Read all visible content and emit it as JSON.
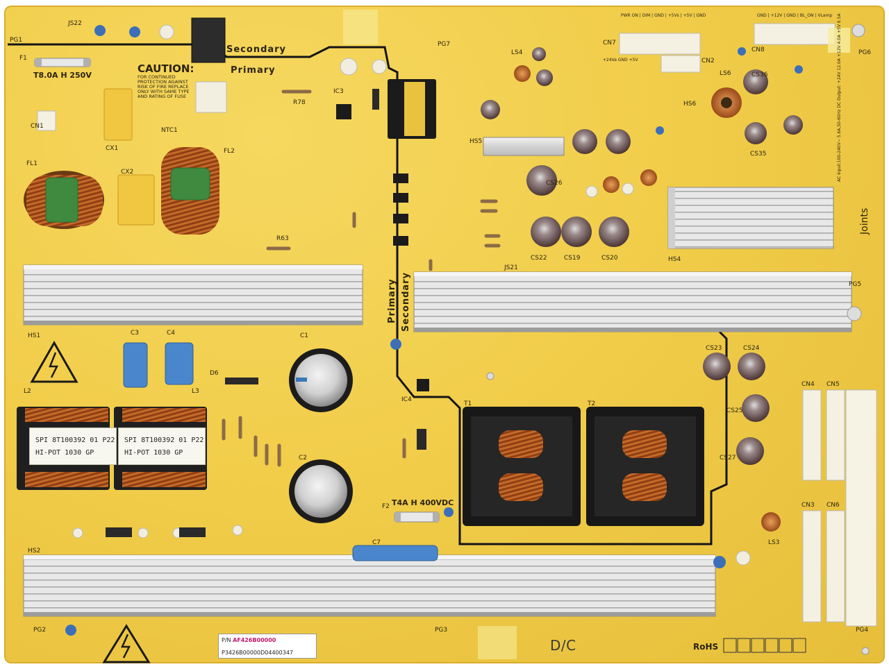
{
  "board": {
    "caution_title": "CAUTION:",
    "caution_text": "FOR CONTINUED PROTECTION AGAINST RISK OF FIRE REPLACE ONLY WITH SAME TYPE AND RATING OF FUSE",
    "secondary_label": "Secondary",
    "primary_label": "Primary",
    "vertical_primary": "Primary",
    "vertical_secondary": "Secondary",
    "fuse_f1_rating": "T8.0A H 250V",
    "fuse_f2_rating": "T4A H 400VDC",
    "transformer_label_1a": "SPI 8T100392 01 P22",
    "transformer_label_1b": "HI-POT  1030  GP",
    "transformer_label_2a": "SPI 8T100392 01 P22",
    "transformer_label_2b": "HI-POT  1030  GP",
    "pn_prefix": "P/N",
    "pn_value": "AF426B00000",
    "pn_serial": "P3426B00000D04400347",
    "dc_mark": "D/C",
    "rohs_mark": "RoHS",
    "joints_mark": "Joints",
    "connector_labels": [
      "CN1",
      "CN2",
      "CN3",
      "CN4",
      "CN5",
      "CN6",
      "CN7",
      "CN8"
    ],
    "refdes": {
      "f1": "F1",
      "f2": "F2",
      "fl1": "FL1",
      "fl2": "FL2",
      "cx1": "CX1",
      "cx2": "CX2",
      "c1": "C1",
      "c2": "C2",
      "c3": "C3",
      "c4": "C4",
      "c7": "C7",
      "t1": "T1",
      "t2": "T2",
      "l2": "L2",
      "l3": "L3",
      "hs1": "HS1",
      "hs2": "HS2",
      "hs4": "HS4",
      "hs5": "HS5",
      "hs6": "HS6",
      "ls3": "LS3",
      "ls4": "LS4",
      "ls6": "LS6",
      "pg1": "PG1",
      "pg2": "PG2",
      "pg3": "PG3",
      "pg4": "PG4",
      "pg5": "PG5",
      "pg6": "PG6",
      "pg7": "PG7",
      "cs19": "CS19",
      "cs20": "CS20",
      "cs22": "CS22",
      "cs23": "CS23",
      "cs24": "CS24",
      "cs25": "CS25",
      "cs26": "CS26",
      "cs27": "CS27",
      "cs35": "CS35",
      "cs36": "CS36",
      "ic3": "IC3",
      "ic4": "IC4",
      "d6": "D6",
      "r63": "R63",
      "r78": "R78",
      "ntc1": "NTC1",
      "js21": "JS21",
      "js22": "JS22"
    },
    "cn7_pins": [
      "PWR ON",
      "DIM",
      "GND",
      "+5Vs",
      "+5V",
      "GND"
    ],
    "cn8_pins": [
      "GND",
      "+12V",
      "GND",
      "BL_ON",
      "VLamp"
    ],
    "cn2_pins": [
      "+24Va",
      "GND",
      "+5V"
    ],
    "spec_text": "AC Input:100-240V~ 5.6A,50-60Hz   DC Output: +24V 12.0A  +12V 4.0A  +5V 6.5A"
  }
}
